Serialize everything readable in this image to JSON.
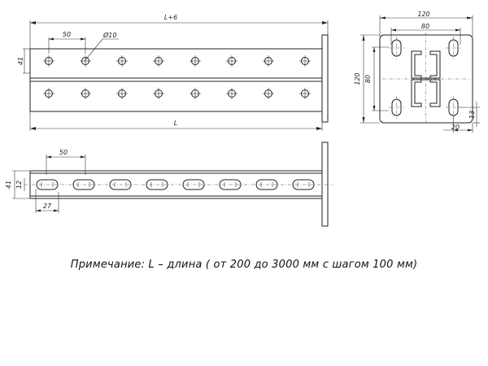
{
  "top_view": {
    "overall_dim": "L+6",
    "pitch_dim": "50",
    "hole_dim": "Ø10",
    "height_dim": "41",
    "length_dim": "L",
    "hole_columns": 8,
    "hole_rows": 2
  },
  "side_view": {
    "pitch_dim": "50",
    "height_dim": "41",
    "slot_dim": "12",
    "offset_dim": "27",
    "slot_count": 8
  },
  "end_view": {
    "width_dim": "120",
    "inner_width_dim": "80",
    "height_dim": "120",
    "inner_height_dim": "80",
    "edge_dim": "13",
    "corner_dim": "20"
  },
  "note": {
    "text": "Примечание: L – длина ( от 200 до 3000 мм с шагом 100 мм)"
  }
}
